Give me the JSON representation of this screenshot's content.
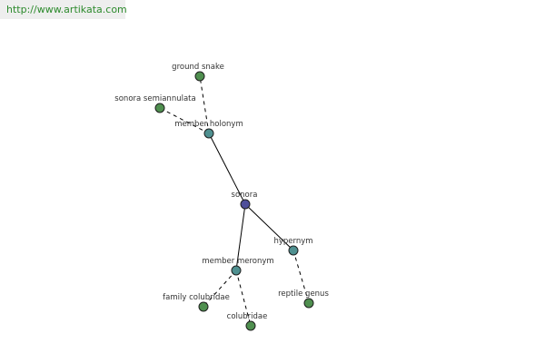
{
  "source": {
    "url": "http://www.artikata.com"
  },
  "colors": {
    "leaf": "#4f8f4f",
    "relation": "#4f9090",
    "root": "#4f4f9a",
    "banner_text": "#2c8a2c"
  },
  "graph": {
    "nodes": [
      {
        "id": "sonora",
        "label": "sonora",
        "kind": "root"
      },
      {
        "id": "member-holonym",
        "label": "member holonym",
        "kind": "relation"
      },
      {
        "id": "hypernym",
        "label": "hypernym",
        "kind": "relation"
      },
      {
        "id": "member-meronym",
        "label": "member meronym",
        "kind": "relation"
      },
      {
        "id": "ground-snake",
        "label": "ground snake",
        "kind": "leaf"
      },
      {
        "id": "sonora-semiannulata",
        "label": "sonora semiannulata",
        "kind": "leaf"
      },
      {
        "id": "reptile-genus",
        "label": "reptile genus",
        "kind": "leaf"
      },
      {
        "id": "family-colubridae",
        "label": "family colubridae",
        "kind": "leaf"
      },
      {
        "id": "colubridae",
        "label": "colubridae",
        "kind": "leaf"
      }
    ],
    "edges": [
      {
        "from": "sonora",
        "to": "member-holonym",
        "style": "solid"
      },
      {
        "from": "sonora",
        "to": "hypernym",
        "style": "solid"
      },
      {
        "from": "sonora",
        "to": "member-meronym",
        "style": "solid"
      },
      {
        "from": "member-holonym",
        "to": "ground-snake",
        "style": "dashed"
      },
      {
        "from": "member-holonym",
        "to": "sonora-semiannulata",
        "style": "dashed"
      },
      {
        "from": "hypernym",
        "to": "reptile-genus",
        "style": "dashed"
      },
      {
        "from": "member-meronym",
        "to": "family-colubridae",
        "style": "dashed"
      },
      {
        "from": "member-meronym",
        "to": "colubridae",
        "style": "dashed"
      }
    ]
  }
}
